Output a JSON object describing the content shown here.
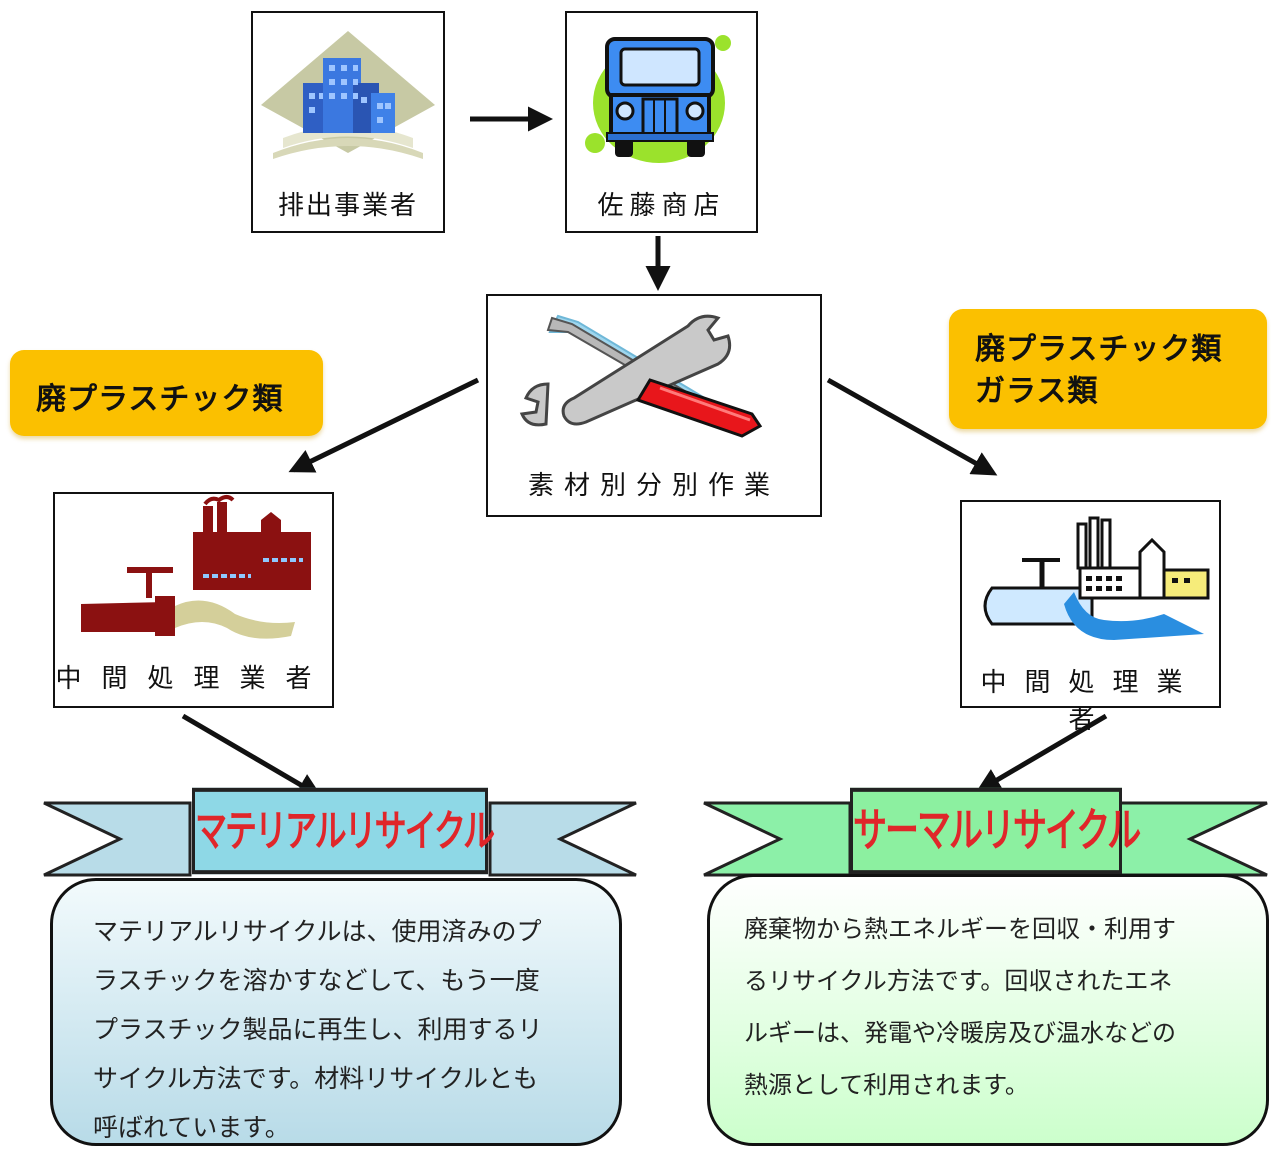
{
  "nodes": {
    "discharger": {
      "label": "排出事業者"
    },
    "sato": {
      "label": "佐藤商店"
    },
    "sorting": {
      "label": "素材別分別作業"
    },
    "processor_left": {
      "label": "中間処理業者"
    },
    "processor_right": {
      "label": "中間処理業者"
    }
  },
  "tags": {
    "left": {
      "lines": [
        "廃プラスチック類"
      ]
    },
    "right": {
      "lines": [
        "廃プラスチック類",
        "ガラス類"
      ]
    }
  },
  "banners": {
    "material": {
      "title": "マテリアルリサイクル",
      "ribbon_color": "#b8dce8",
      "plate_color": "#8ed8e6",
      "text_color": "#e0262a"
    },
    "thermal": {
      "title": "サーマルリサイクル",
      "ribbon_color": "#8cf0a8",
      "plate_color": "#8cf0a0",
      "text_color": "#e0262a"
    }
  },
  "callouts": {
    "material": {
      "lines": [
        "マテリアルリサイクルは、使用済みのプ",
        "ラスチックを溶かすなどして、もう一度",
        "プラスチック製品に再生し、利用するリ",
        "サイクル方法です。材料リサイクルとも",
        "呼ばれています。"
      ]
    },
    "thermal": {
      "lines": [
        "廃棄物から熱エネルギーを回収・利用す",
        "るリサイクル方法です。回収されたエネ",
        "ルギーは、発電や冷暖房及び温水などの",
        "熱源として利用されます。"
      ]
    }
  },
  "icons": {
    "discharger": "office-buildings-icon",
    "sato": "truck-icon",
    "sorting": "wrench-screwdriver-icon",
    "processor_left": "factory-pipe-icon",
    "processor_right": "plant-pipe-icon"
  }
}
